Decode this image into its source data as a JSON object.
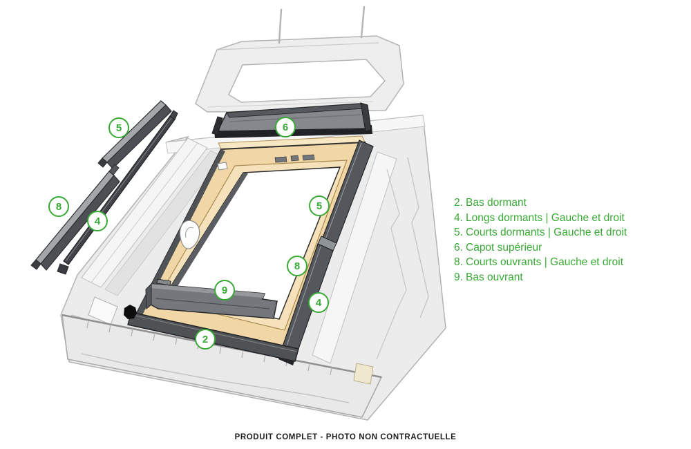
{
  "legend": {
    "items": [
      {
        "number": "2.",
        "label": "Bas dormant"
      },
      {
        "number": "4.",
        "label": "Longs dormants | Gauche et droit"
      },
      {
        "number": "5.",
        "label": "Courts dormants | Gauche et droit"
      },
      {
        "number": "6.",
        "label": "Capot supérieur"
      },
      {
        "number": "8.",
        "label": "Courts ouvrants | Gauche et droit"
      },
      {
        "number": "9.",
        "label": "Bas ouvrant"
      }
    ]
  },
  "badges": {
    "b5_left": "5",
    "b6_top": "6",
    "b8_left": "8",
    "b4_left": "4",
    "b5_right": "5",
    "b8_right": "8",
    "b9_bottom": "9",
    "b4_right": "4",
    "b2_bottom": "2"
  },
  "caption": "PRODUIT COMPLET - PHOTO NON CONTRACTUELLE",
  "colors": {
    "accent_green": "#39a935",
    "part_dark_grey": "#54585c",
    "part_mid_grey": "#85898d",
    "wood": "#f1d7a5",
    "ghost_grey": "#ececec"
  }
}
